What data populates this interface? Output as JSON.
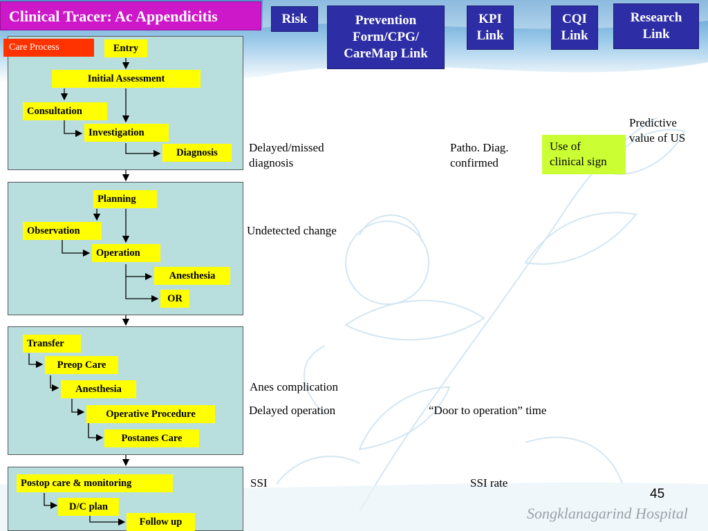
{
  "header": {
    "title": "Clinical Tracer: Ac Appendicitis",
    "buttons": {
      "risk": "Risk",
      "prevention": "Prevention Form/CPG/ CareMap Link",
      "kpi": "KPI Link",
      "cqi": "CQI Link",
      "research": "Research Link"
    }
  },
  "panel1": {
    "care_process": "Care Process",
    "entry": "Entry",
    "initial_assessment": "Initial Assessment",
    "consultation": "Consultation",
    "investigation": "Investigation",
    "diagnosis": "Diagnosis"
  },
  "panel2": {
    "planning": "Planning",
    "observation": "Observation",
    "operation": "Operation",
    "anesthesia": "Anesthesia",
    "or": "OR"
  },
  "panel3": {
    "transfer": "Transfer",
    "preop_care": "Preop Care",
    "anesthesia": "Anesthesia",
    "operative_procedure": "Operative Procedure",
    "postanes_care": "Postanes Care"
  },
  "panel4": {
    "postop": "Postop care & monitoring",
    "dc_plan": "D/C plan",
    "follow_up": "Follow up"
  },
  "notes": {
    "delayed_missed_1": "Delayed/missed",
    "delayed_missed_2": "diagnosis",
    "patho_1": "Patho. Diag.",
    "patho_2": "confirmed",
    "clinical_sign_1": "Use of",
    "clinical_sign_2": "clinical sign",
    "predictive_1": "Predictive",
    "predictive_2": "value of US",
    "undetected": "Undetected change",
    "anes_complication": "Anes complication",
    "delayed_operation": "Delayed operation",
    "door_to_operation": "“Door to operation” time",
    "ssi": "SSI",
    "ssi_rate": "SSI rate"
  },
  "footer": {
    "page_number": "45",
    "hospital": "Songklanagarind Hospital"
  },
  "colors": {
    "title_bg": "#cc18c8",
    "button_bg": "#2d2ea5",
    "panel_bg": "#b9dede",
    "box_yellow": "#ffff00",
    "care_process_red": "#ff3300",
    "highlight_green": "#ccff33"
  }
}
